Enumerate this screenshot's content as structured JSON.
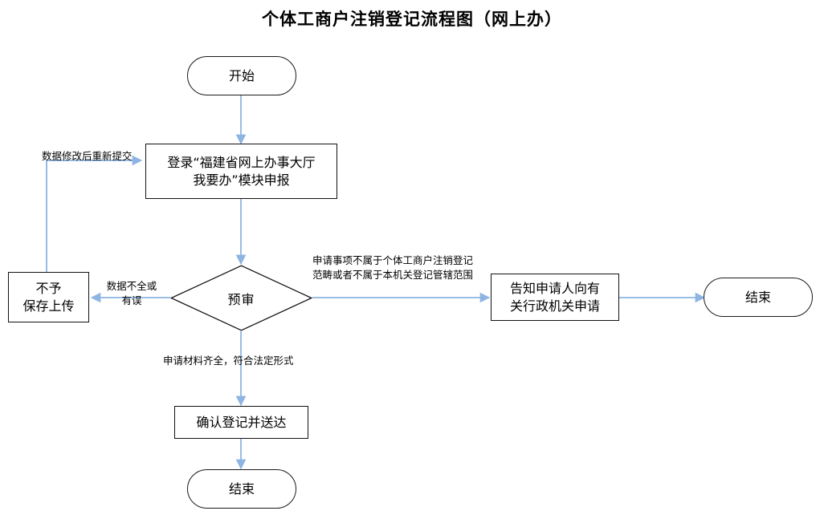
{
  "chart": {
    "title": "个体工商户注销登记流程图（网上办）",
    "type": "flowchart",
    "orientation": "top-to-bottom",
    "accent_color": "#8DB4E2",
    "node_border_color": "#111111",
    "background": "#ffffff"
  },
  "nodes": {
    "start": {
      "label": "开始",
      "shape": "terminator"
    },
    "login": {
      "label": "登录“福建省网上办事大厅\n我要办”模块申报",
      "shape": "process"
    },
    "review": {
      "label": "预审",
      "shape": "decision"
    },
    "reject_save": {
      "label": "不予\n保存上传",
      "shape": "process"
    },
    "notify_applicant": {
      "label": "告知申请人向有\n关行政机关申请",
      "shape": "process"
    },
    "end_right": {
      "label": "结束",
      "shape": "terminator"
    },
    "confirm_register": {
      "label": "确认登记并送达",
      "shape": "process"
    },
    "end_bottom": {
      "label": "结束",
      "shape": "terminator"
    }
  },
  "edge_labels": {
    "resubmit": "数据修改后重新提交",
    "data_incomplete": "数据不全或\n有误",
    "out_of_scope": "申请事项不属于个体工商户注销登记\n范畴或者不属于本机关登记管辖范围",
    "materials_complete": "申请材料齐全，符合法定形式"
  }
}
